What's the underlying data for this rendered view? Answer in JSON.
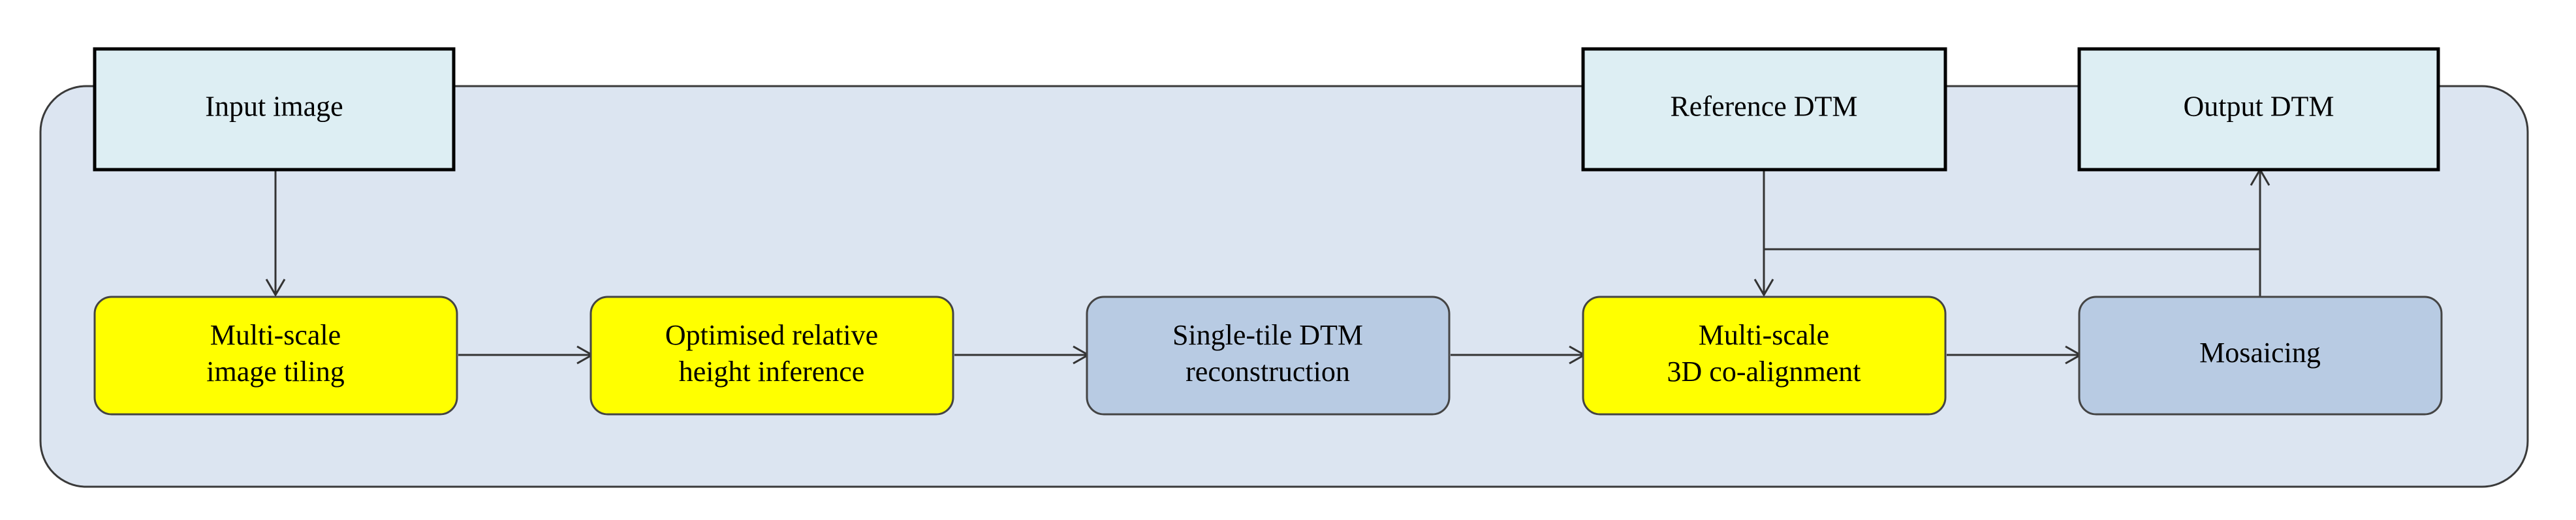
{
  "diagram": {
    "inputs": {
      "input_image": "Input image",
      "reference_dtm": "Reference DTM",
      "output_dtm": "Output DTM"
    },
    "steps": {
      "tiling": {
        "line1": "Multi-scale",
        "line2": "image tiling",
        "color": "#ffff00"
      },
      "height_inference": {
        "line1": "Optimised relative",
        "line2": "height inference",
        "color": "#ffff00"
      },
      "reconstruction": {
        "line1": "Single-tile DTM",
        "line2": "reconstruction",
        "color": "#b8cbe3"
      },
      "coalignment": {
        "line1": "Multi-scale",
        "line2": "3D co-alignment",
        "color": "#ffff00"
      },
      "mosaicing": {
        "line1": "Mosaicing",
        "color": "#b8cbe3"
      }
    },
    "colors": {
      "container_fill": "#dce5f1",
      "io_fill": "#ddeef3",
      "highlight_step": "#ffff00",
      "standard_step": "#b8cbe3"
    }
  }
}
